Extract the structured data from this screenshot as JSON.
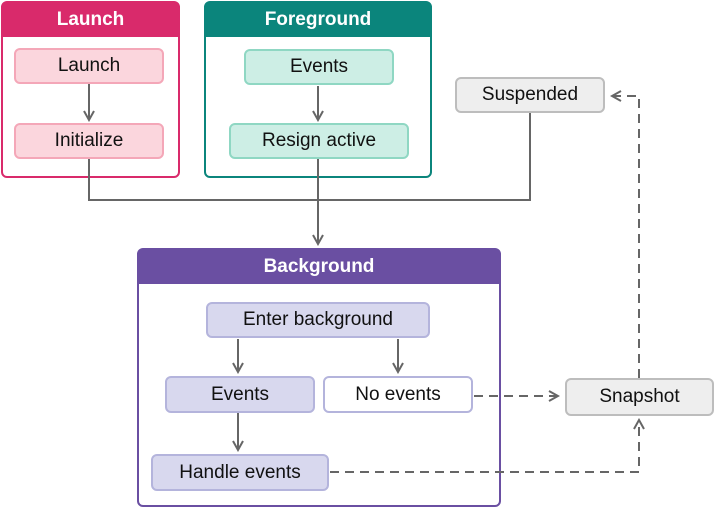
{
  "groups": {
    "launch": "Launch",
    "foreground": "Foreground",
    "background": "Background"
  },
  "nodes": {
    "launch": "Launch",
    "initialize": "Initialize",
    "fg_events": "Events",
    "resign_active": "Resign active",
    "suspended": "Suspended",
    "enter_background": "Enter background",
    "bg_events": "Events",
    "no_events": "No events",
    "handle_events": "Handle events",
    "snapshot": "Snapshot"
  },
  "colors": {
    "launch": "#d92a6b",
    "launch_node": "#fbd6dd",
    "foreground": "#0b857c",
    "foreground_node": "#cdeee5",
    "background": "#6a4fa2",
    "background_node": "#d8d8ee",
    "neutral_node": "#eeeeee",
    "arrow": "#666666"
  }
}
